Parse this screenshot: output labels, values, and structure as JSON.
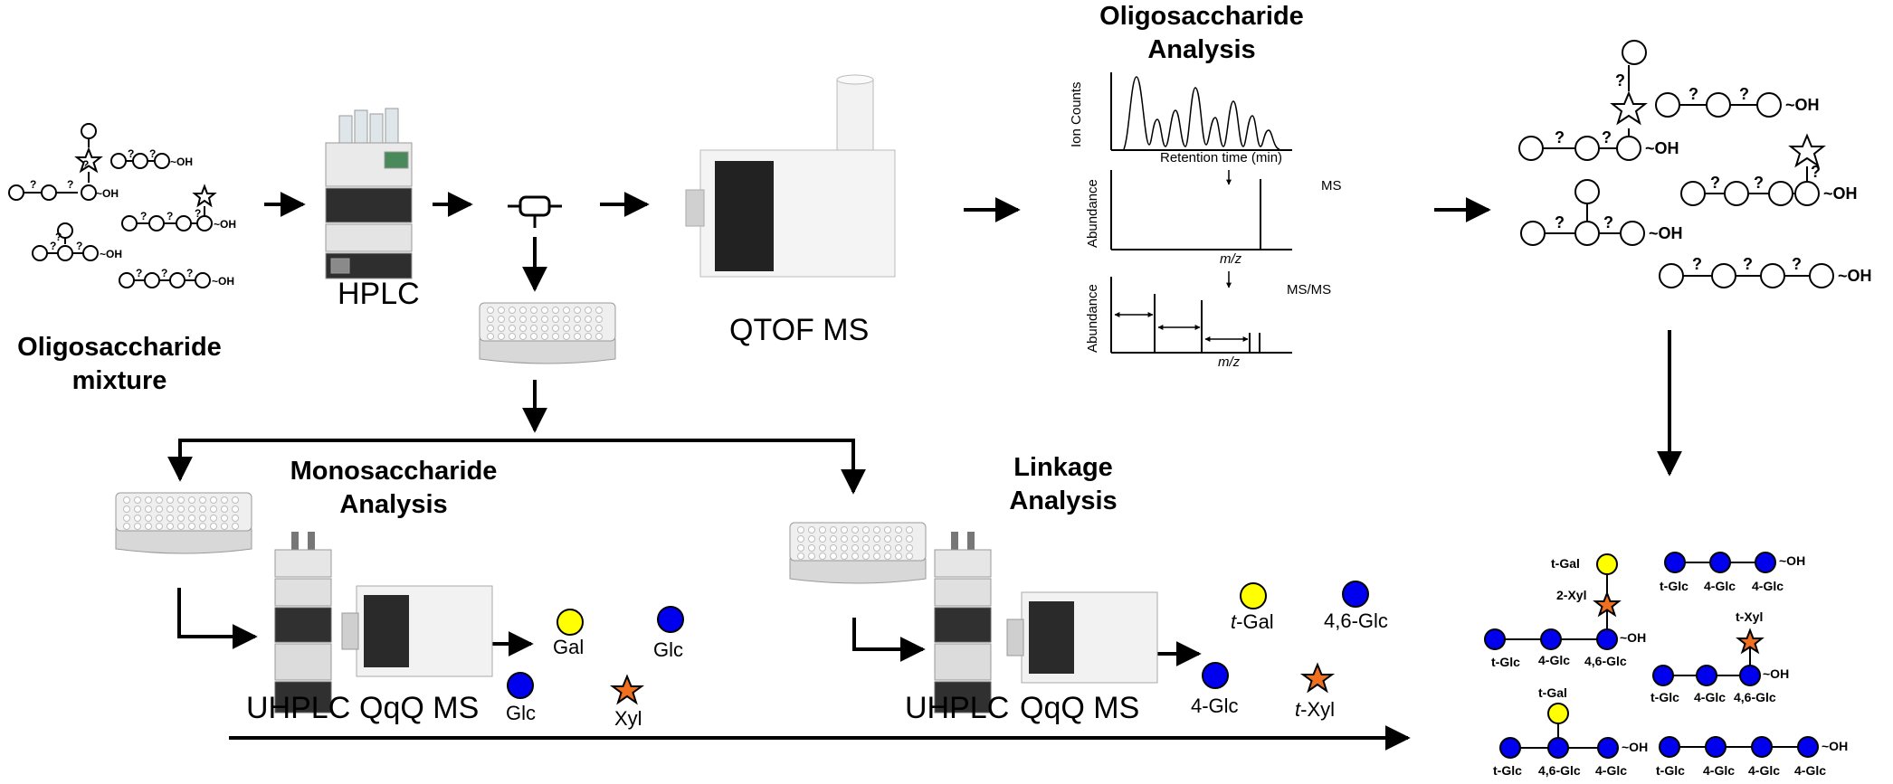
{
  "titles": {
    "oligo_mixture": "Oligosaccharide mixture",
    "hplc": "HPLC",
    "qtof": "QTOF MS",
    "oligo_analysis": "Oligosaccharide Analysis",
    "mono_analysis": "Monosaccharide Analysis",
    "linkage_analysis": "Linkage Analysis"
  },
  "chromatogram": {
    "ylabel_top": "Ion Counts",
    "xlabel_top": "Retention time (min)",
    "ylabel_mid": "Abundance",
    "tag_mid": "MS",
    "xlabel_mid": "m/z",
    "ylabel_bot": "Abundance",
    "tag_bot": "MS/MS",
    "xlabel_bot": "m/z"
  },
  "glycan_marks": {
    "unknown": "?",
    "reducing_end": "~OH"
  },
  "mono_panel": {
    "uhplc": "UHPLC",
    "qqq": "QqQ MS",
    "gal": "Gal",
    "glc1": "Glc",
    "glc2": "Glc",
    "xyl": "Xyl"
  },
  "linkage_panel": {
    "uhplc": "UHPLC",
    "qqq": "QqQ MS",
    "t_gal_prefix": "t",
    "t_gal_suffix": "-Gal",
    "glc46": "4,6-Glc",
    "glc4": "4-Glc",
    "t_xyl_prefix": "t",
    "t_xyl_suffix": "-Xyl"
  },
  "results": {
    "s1": {
      "t_gal": "t-Gal",
      "xyl2": "2-Xyl",
      "a": "t-Glc",
      "b": "4-Glc",
      "c": "4,6-Glc",
      "oh": "~OH"
    },
    "s2": {
      "a": "t-Glc",
      "b": "4-Glc",
      "c": "4-Glc",
      "oh": "~OH"
    },
    "s3": {
      "t_xyl": "t-Xyl",
      "a": "t-Glc",
      "b": "4-Glc",
      "c": "4,6-Glc",
      "oh": "~OH"
    },
    "s4": {
      "t_gal": "t-Gal",
      "a": "t-Glc",
      "b": "4,6-Glc",
      "c": "4-Glc",
      "oh": "~OH"
    },
    "s5": {
      "a": "t-Glc",
      "b": "4-Glc",
      "c": "4-Glc",
      "d": "4-Glc",
      "oh": "~OH"
    }
  },
  "colors": {
    "gal": "#ffff00",
    "glc": "#0000ee",
    "xyl": "#f07020",
    "line": "#000000"
  }
}
